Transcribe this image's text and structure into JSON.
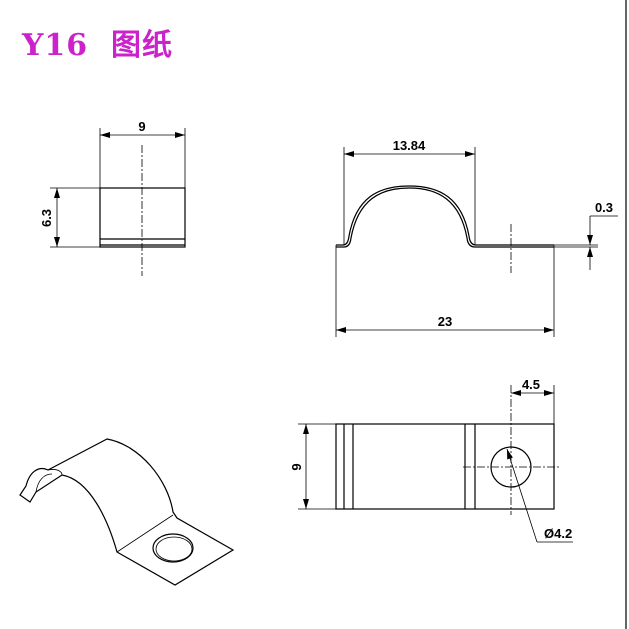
{
  "title": "Y16  图纸",
  "colors": {
    "title": "#cc22cc"
  },
  "views": {
    "front": {
      "width_label": "9",
      "height_label": "6.3"
    },
    "side": {
      "arc_width_label": "13.84",
      "thickness_label": "0.3",
      "total_length_label": "23"
    },
    "top": {
      "width_label": "9",
      "hole_offset_label": "4.5",
      "hole_diameter_label": "Ø4.2"
    },
    "isometric": {}
  }
}
